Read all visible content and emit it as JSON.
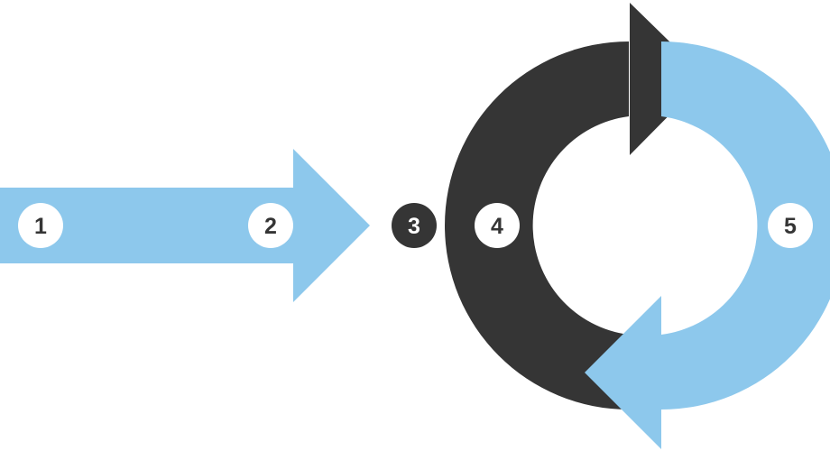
{
  "colors": {
    "light": "#8dc8ec",
    "dark": "#353535",
    "white": "#ffffff"
  },
  "badges": [
    {
      "label": "1",
      "theme": "light"
    },
    {
      "label": "2",
      "theme": "light"
    },
    {
      "label": "3",
      "theme": "dark"
    },
    {
      "label": "4",
      "theme": "light"
    },
    {
      "label": "5",
      "theme": "light"
    }
  ]
}
